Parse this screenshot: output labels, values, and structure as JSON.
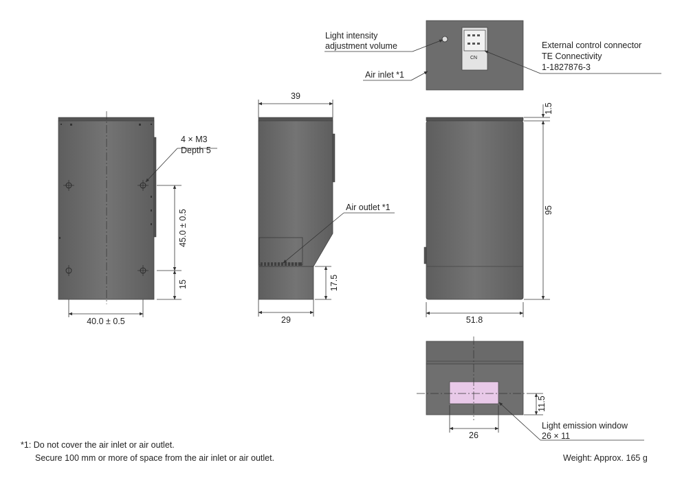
{
  "callouts": {
    "light_volume": [
      "Light intensity",
      "adjustment volume"
    ],
    "air_inlet": "Air inlet *1",
    "connector": [
      "External control connector",
      "TE Connectivity",
      "1-1827876-3"
    ],
    "connector_marking": "CN",
    "holes": [
      "4 × M3",
      "Depth 5"
    ],
    "air_outlet": "Air outlet *1",
    "emission_window": [
      "Light emission window",
      "26 × 11"
    ]
  },
  "dimensions": {
    "front_width": "40.0 ± 0.5",
    "hole_pitch": "45.0 ± 0.5",
    "hole_from_bottom": "15",
    "side_top_width": "39",
    "side_bottom_width": "29",
    "outlet_height": "17.5",
    "lid_thickness": "1.5",
    "body_height": "95",
    "body_width": "51.8",
    "window_width": "26",
    "window_center": "11.5"
  },
  "footnote": {
    "line1": "*1: Do not cover the air inlet or air outlet.",
    "line2": "Secure 100 mm or more of space from the air inlet or air outlet."
  },
  "weight": "Weight: Approx. 165 g",
  "colors": {
    "body": "#6f6f6f",
    "body_dark": "#5a5a5a",
    "window": "#e8c9e8",
    "line": "#333333"
  }
}
